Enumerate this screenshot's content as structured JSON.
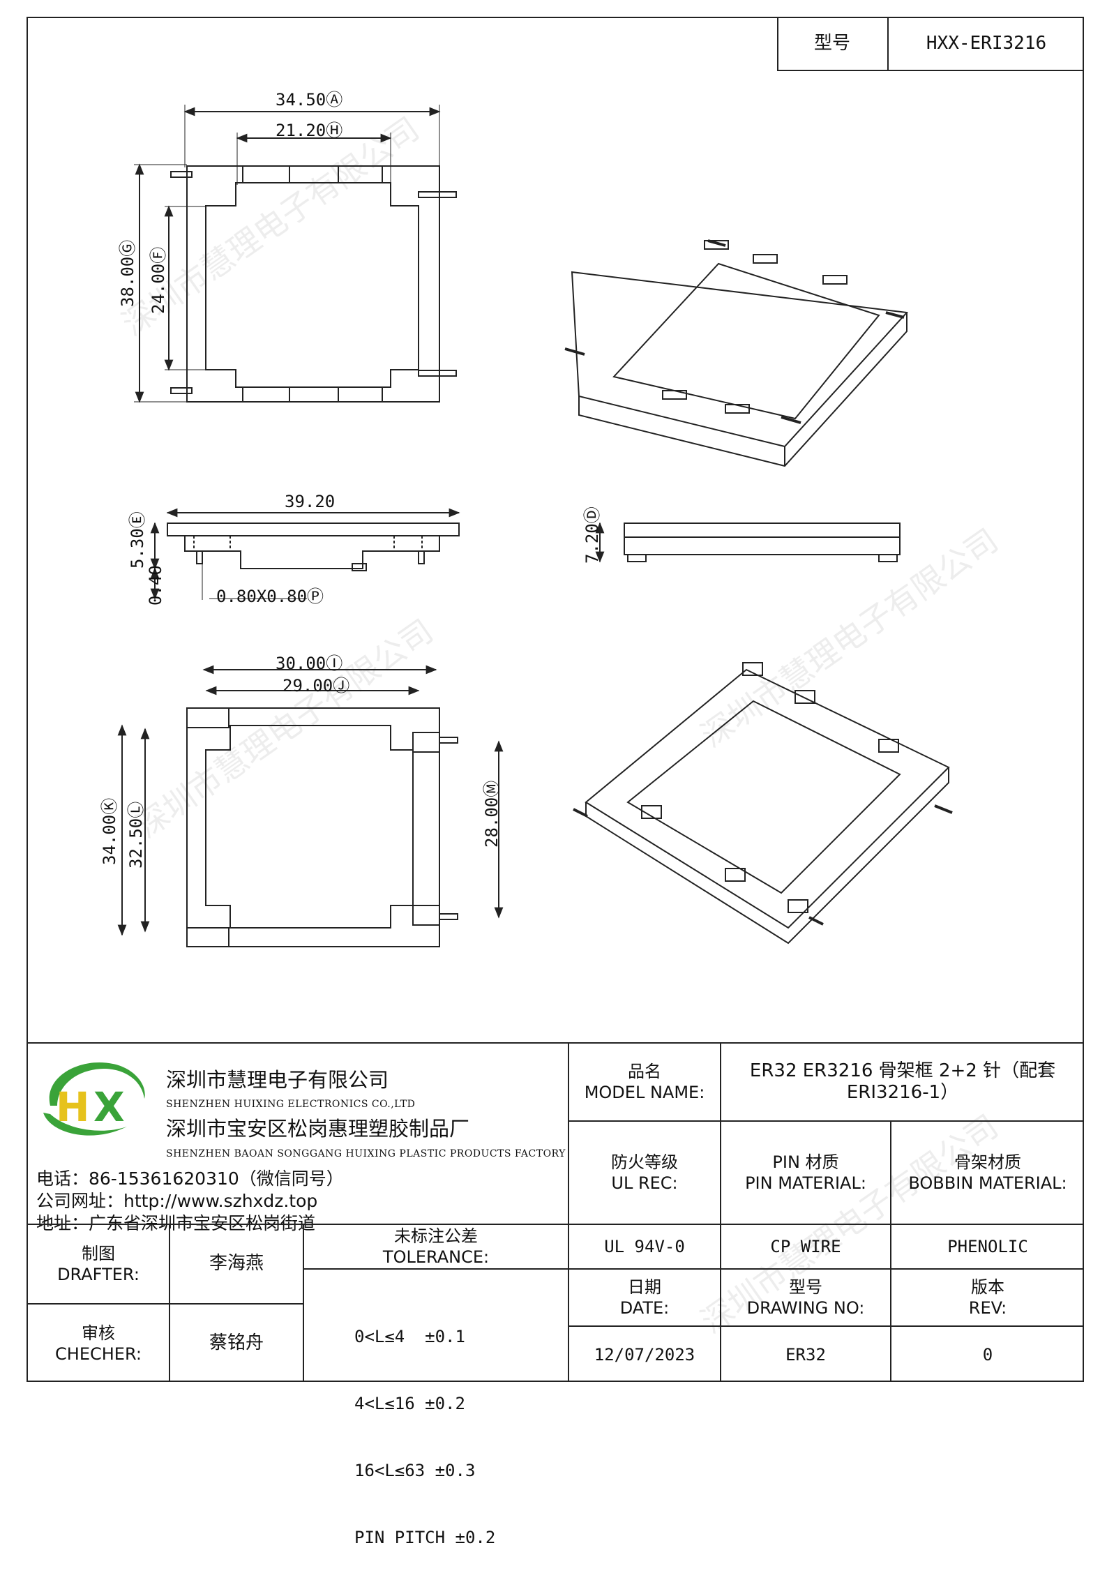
{
  "header": {
    "model_label": "型号",
    "model_value": "HXX-ERI3216"
  },
  "drawing": {
    "top_view": {
      "dim_width": "34.50Ⓐ",
      "dim_inner": "21.20Ⓗ",
      "dim_height": "38.00Ⓖ",
      "dim_inner_h": "24.00Ⓕ"
    },
    "side_view": {
      "dim_length": "39.20",
      "dim_height": "5.30Ⓔ",
      "dim_pin": "0.40",
      "dim_pin_size": "0.80X0.80Ⓟ"
    },
    "end_view": {
      "dim_height": "7.20Ⓓ"
    },
    "bottom_view": {
      "dim_width": "30.00Ⓘ",
      "dim_inner": "29.00Ⓙ",
      "dim_height": "34.00Ⓚ",
      "dim_inner_h": "32.50Ⓛ",
      "dim_pins": "28.00Ⓜ"
    }
  },
  "watermark": "深圳市慧理电子有限公司",
  "company": {
    "name_cn": "深圳市慧理电子有限公司",
    "name_en": "SHENZHEN HUIXING ELECTRONICS CO.,LTD",
    "factory_cn": "深圳市宝安区松岗惠理塑胶制品厂",
    "factory_en": "SHENZHEN BAOAN SONGGANG HUIXING PLASTIC PRODUCTS FACTORY",
    "phone": "电话：86-15361620310（微信同号）",
    "website": "公司网址：http://www.szhxdz.top",
    "address": "地址：广东省深圳市宝安区松岗街道",
    "logo_letters": "HX",
    "colors": {
      "logo_green": "#3aa339",
      "logo_yellow": "#e6c21c"
    }
  },
  "title_block": {
    "model_name_cn": "品名",
    "model_name_en": "MODEL NAME:",
    "model_name_value": "ER32 ER3216 骨架框 2+2 针（配套 ERI3216-1）",
    "ul_cn": "防火等级",
    "ul_en": "UL REC:",
    "pin_cn": "PIN 材质",
    "pin_en": "PIN MATERIAL:",
    "bobbin_cn": "骨架材质",
    "bobbin_en": "BOBBIN MATERIAL:",
    "ul_value": "UL 94V-0",
    "pin_value": "CP WIRE",
    "bobbin_value": "PHENOLIC",
    "date_cn": "日期",
    "date_en": "DATE:",
    "dwg_cn": "型号",
    "dwg_en": "DRAWING NO:",
    "rev_cn": "版本",
    "rev_en": "REV:",
    "date_value": "12/07/2023",
    "dwg_value": "ER32",
    "rev_value": "0",
    "drafter_cn": "制图",
    "drafter_en": "DRAFTER:",
    "drafter_name": "李海燕",
    "checker_cn": "审核",
    "checker_en": "CHECHER:",
    "checker_name": "蔡铭舟",
    "tol_cn": "未标注公差",
    "tol_en": "TOLERANCE:",
    "tol_lines": [
      "0<L≤4  ±0.1",
      "4<L≤16 ±0.2",
      "16<L≤63 ±0.3",
      "PIN PITCH ±0.2"
    ]
  }
}
